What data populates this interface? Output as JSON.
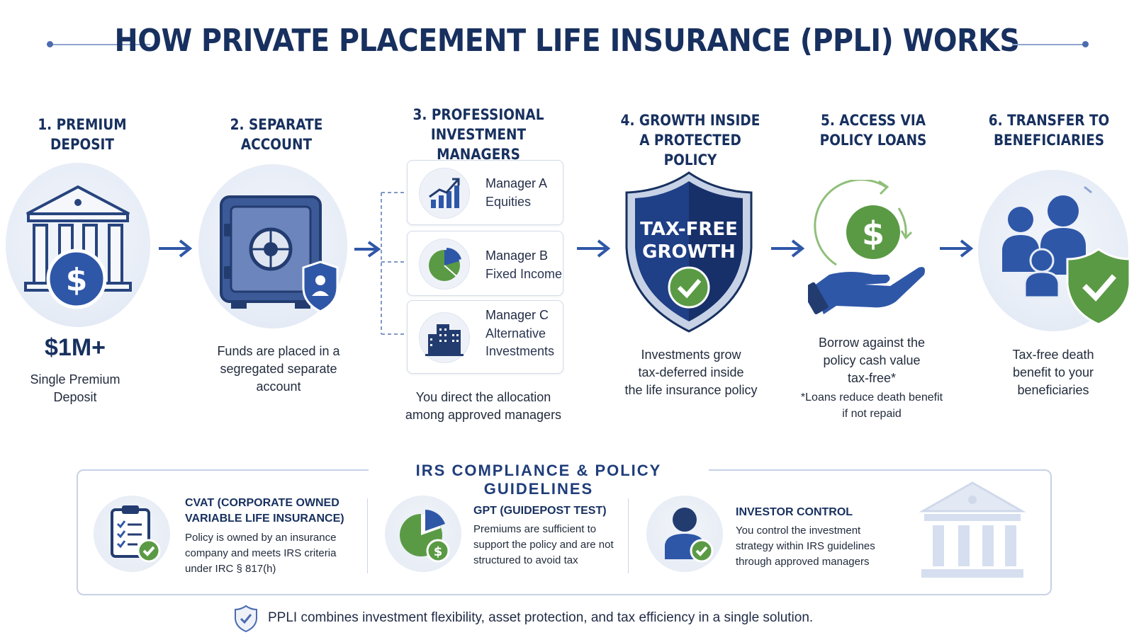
{
  "title": "HOW PRIVATE PLACEMENT LIFE INSURANCE (PPLI) WORKS",
  "steps": [
    {
      "heading": "1. PREMIUM DEPOSIT",
      "amount": "$1M+",
      "desc": [
        "Single Premium",
        "Deposit"
      ]
    },
    {
      "heading": "2. SEPARATE ACCOUNT",
      "desc": [
        "Funds are placed in a",
        "segregated separate",
        "account"
      ]
    },
    {
      "heading": [
        "3. PROFESSIONAL",
        "INVESTMENT MANAGERS"
      ],
      "desc": [
        "You direct the allocation",
        "among approved managers"
      ]
    },
    {
      "heading": [
        "4. GROWTH INSIDE",
        "A PROTECTED POLICY"
      ],
      "shield_text": [
        "TAX-FREE",
        "GROWTH"
      ],
      "desc": [
        "Investments grow",
        "tax-deferred inside",
        "the life insurance policy"
      ]
    },
    {
      "heading": [
        "5. ACCESS VIA",
        "POLICY LOANS"
      ],
      "desc": [
        "Borrow against the",
        "policy cash value",
        "tax-free*"
      ],
      "note": [
        "*Loans reduce death benefit",
        "if not repaid"
      ]
    },
    {
      "heading": [
        "6. TRANSFER TO",
        "BENEFICIARIES"
      ],
      "desc": [
        "Tax-free death",
        "benefit to your",
        "beneficiaries"
      ]
    }
  ],
  "managers": [
    {
      "name": "Manager A",
      "type": [
        "Equities"
      ],
      "icon": "bar-chart-icon"
    },
    {
      "name": "Manager B",
      "type": [
        "Fixed Income"
      ],
      "icon": "pie-chart-icon"
    },
    {
      "name": "Manager C",
      "type": [
        "Alternative",
        "Investments"
      ],
      "icon": "buildings-icon"
    }
  ],
  "compliance": {
    "title": "IRS COMPLIANCE & POLICY GUIDELINES",
    "items": [
      {
        "heading": [
          "CVAT (CORPORATE OWNED",
          "VARIABLE LIFE INSURANCE)"
        ],
        "text": [
          "Policy is owned by an insurance",
          "company and meets IRS criteria",
          "under IRC § 817(h)"
        ]
      },
      {
        "heading": [
          "GPT (GUIDEPOST TEST)"
        ],
        "text": [
          "Premiums are sufficient to",
          "support the policy and are not",
          "structured to avoid tax"
        ]
      },
      {
        "heading": [
          "INVESTOR CONTROL"
        ],
        "text": [
          "You control the investment",
          "strategy within IRS guidelines",
          "through approved managers"
        ]
      }
    ]
  },
  "footer": "PPLI combines investment flexibility, asset protection, and tax efficiency in a single solution.",
  "colors": {
    "navy": "#17305f",
    "blue": "#2f57a8",
    "green": "#5a9a45",
    "light": "#e6ecf6"
  }
}
